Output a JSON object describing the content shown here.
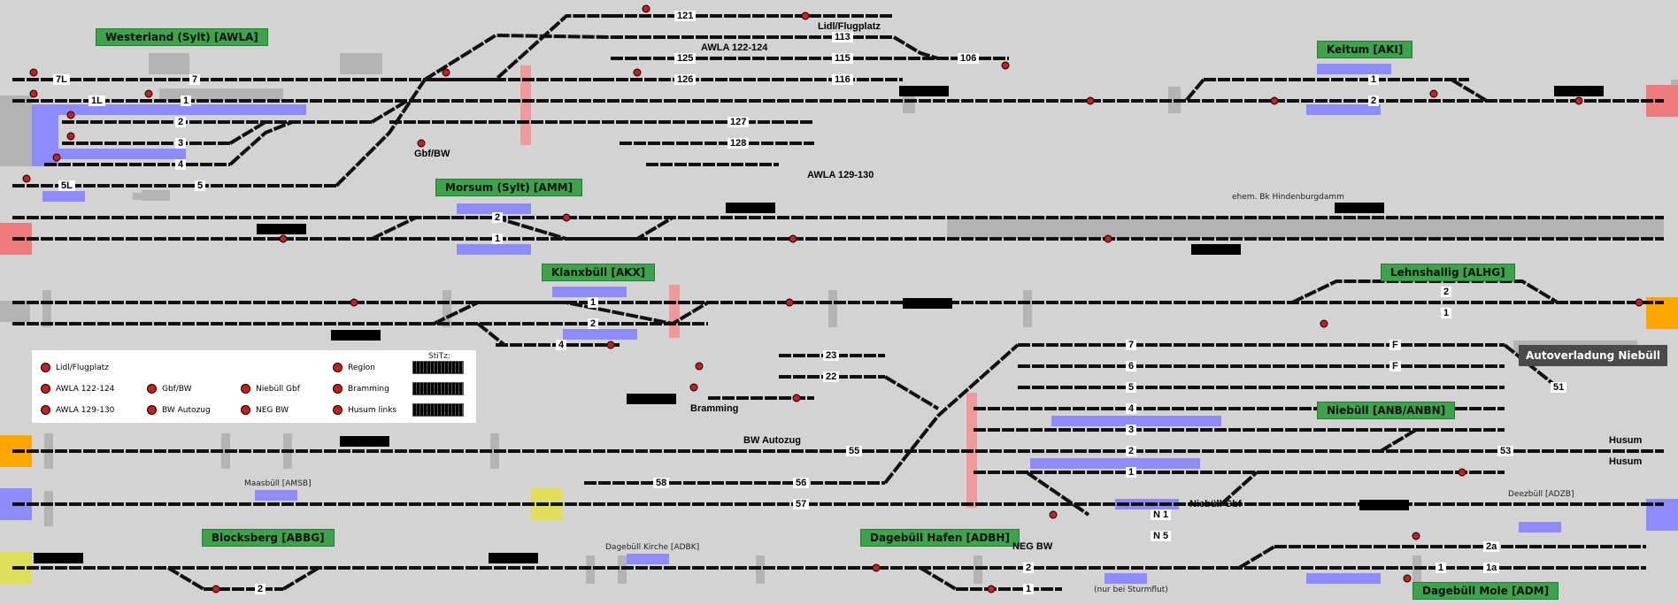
{
  "stations": [
    {
      "id": "westerland",
      "label": "Westerland (Sylt) [AWLA]"
    },
    {
      "id": "keitum",
      "label": "Keitum [AKI]"
    },
    {
      "id": "morsum",
      "label": "Morsum (Sylt) [AMM]"
    },
    {
      "id": "klanxbull",
      "label": "Klanxbüll [AKX]"
    },
    {
      "id": "lehnshallig",
      "label": "Lehnshallig [ALHG]"
    },
    {
      "id": "niebull",
      "label": "Niebüll [ANB/ANBN]"
    },
    {
      "id": "blocksberg",
      "label": "Blocksberg [ABBG]"
    },
    {
      "id": "dagebull_hafen",
      "label": "Dagebüll Hafen [ADBH]"
    },
    {
      "id": "dagebull_mole",
      "label": "Dagebüll Mole [ADM]"
    }
  ],
  "labels": {
    "lidl": "Lidl/Flugplatz",
    "awla122": "AWLA 122-124",
    "awla129": "AWLA 129-130",
    "gbf": "Gbf/BW",
    "bramming": "Bramming",
    "bw_autozug": "BW Autozug",
    "neg_bw": "NEG BW",
    "niebull_gbf": "Niebüll Gbf",
    "husum1": "Husum",
    "husum2": "Husum",
    "autoverladung": "Autoverladung Niebüll",
    "hindenburg": "ehem. Bk Hindenburgdamm",
    "maasbull": "Maasbüll [AMSB]",
    "dagebull_kirche": "Dagebüll Kirche [ADBK]",
    "deezbull": "Deezbüll [ADZB]",
    "sturmflut": "(nur bei Sturmflut)"
  },
  "tracks": {
    "w7L": "7L",
    "w7": "7",
    "w1L": "1L",
    "w1": "1",
    "w2": "2",
    "w3": "3",
    "w4": "4",
    "w5L": "5L",
    "w5": "5",
    "t121": "121",
    "t113": "113",
    "t125": "125",
    "t115": "115",
    "t126": "126",
    "t116": "116",
    "t106": "106",
    "t127": "127",
    "t128": "128",
    "k1": "1",
    "k2": "2",
    "m2": "2",
    "m1": "1",
    "x1": "1",
    "x2": "2",
    "x4": "4",
    "l2": "2",
    "l1": "1",
    "n23": "23",
    "n22": "22",
    "n55": "55",
    "n56": "56",
    "n57": "57",
    "n58": "58",
    "n7": "7",
    "n6": "6",
    "n5": "5",
    "n4": "4",
    "n3": "3",
    "n2": "2",
    "n1": "1",
    "n51": "51",
    "n53": "53",
    "nN1": "N 1",
    "nN5": "N 5",
    "nF1": "F",
    "nF2": "F",
    "d2": "2",
    "d1": "1",
    "b1": "1",
    "b2": "2",
    "m2a": "2a",
    "m1a": "1a"
  },
  "legend": {
    "title": "StiTz:",
    "items": [
      {
        "col": 0,
        "row": 0,
        "label": "Lidl/Flugplatz"
      },
      {
        "col": 0,
        "row": 1,
        "label": "AWLA 122-124"
      },
      {
        "col": 0,
        "row": 2,
        "label": "AWLA 129-130"
      },
      {
        "col": 1,
        "row": 1,
        "label": "Gbf/BW"
      },
      {
        "col": 1,
        "row": 2,
        "label": "BW Autozug"
      },
      {
        "col": 2,
        "row": 1,
        "label": "Niebüll Gbf"
      },
      {
        "col": 2,
        "row": 2,
        "label": "NEG BW"
      },
      {
        "col": 3,
        "row": 0,
        "label": "Region"
      },
      {
        "col": 3,
        "row": 1,
        "label": "Bramming"
      },
      {
        "col": 3,
        "row": 2,
        "label": "Husum links"
      }
    ]
  },
  "colors": {
    "background": "#d3d3d3",
    "track": "#111111",
    "station": "#3fa34d",
    "signal": "#c91e1e",
    "route_blue": "#8c8cff",
    "exit_red": "#ef7c7c",
    "exit_orange": "#ffa500",
    "exit_yellow": "#dede5a"
  }
}
